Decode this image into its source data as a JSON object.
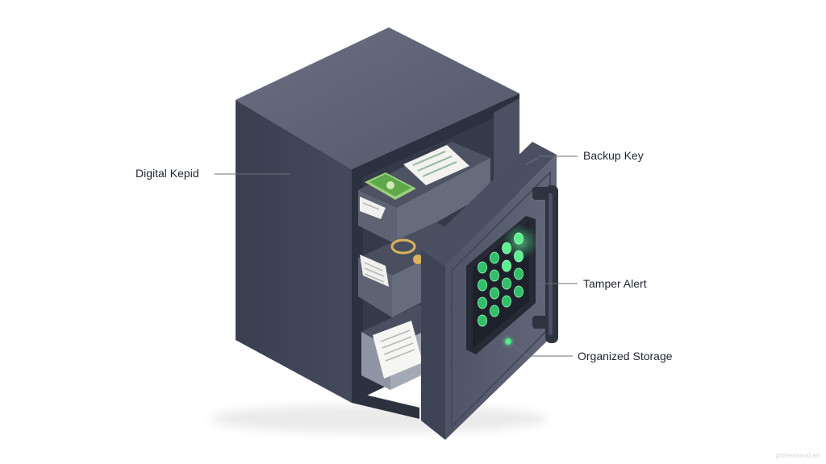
{
  "labels": {
    "digital_keypad": "Digital Kepid",
    "backup_key": "Backup Key",
    "tamper_alert": "Tamper Alert",
    "organized_storage": "Organized Storage"
  },
  "watermark": "professional.art",
  "colors": {
    "body_dark": "#3b4152",
    "body_top": "#5a6072",
    "body_side": "#474d5f",
    "door": "#5b6173",
    "keypad_glow": "#3ee07a",
    "keypad_panel": "#2a2f3a",
    "tray": "#5b6070",
    "background": "#ffffff"
  },
  "keypad": {
    "key_count": 16
  }
}
